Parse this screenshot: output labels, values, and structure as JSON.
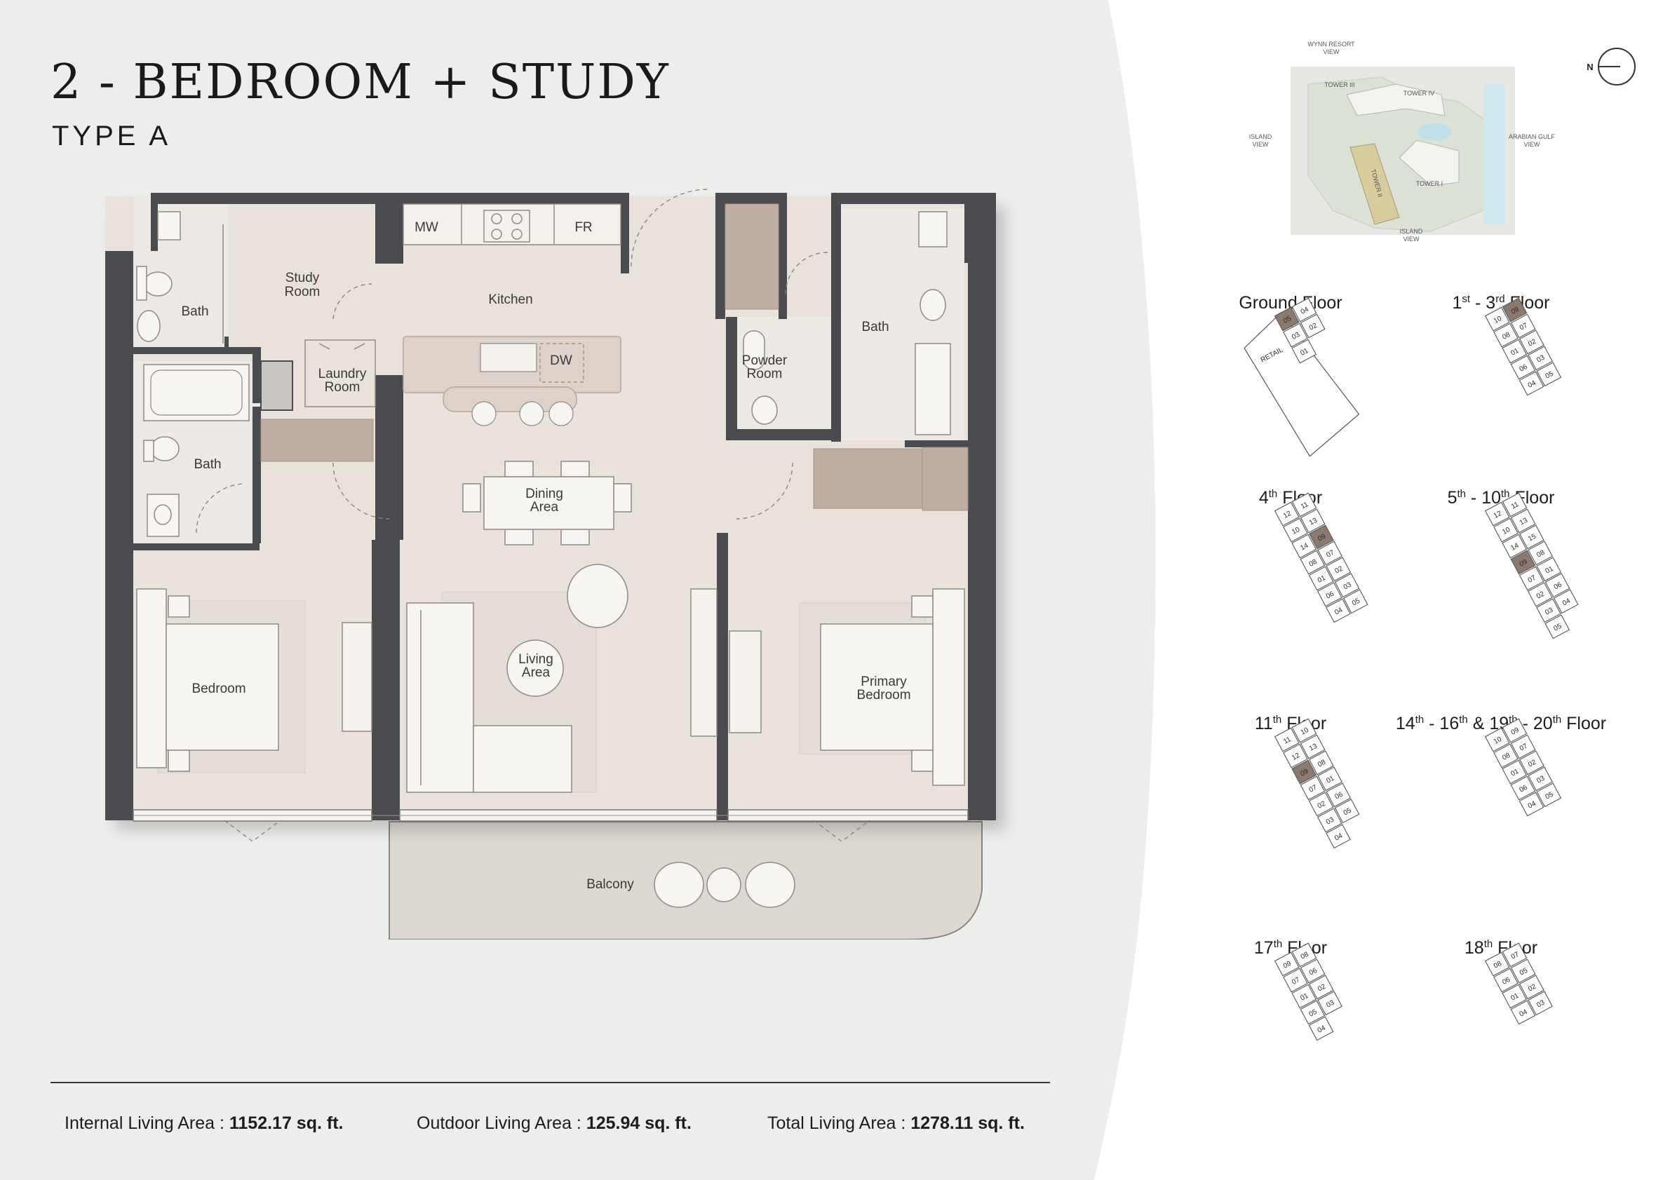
{
  "header": {
    "title": "2 - BEDROOM + STUDY",
    "subtitle": "TYPE A"
  },
  "rooms": {
    "bath_top": "Bath",
    "study": [
      "Study",
      "Room"
    ],
    "laundry": [
      "Laundry",
      "Room"
    ],
    "kitchen": "Kitchen",
    "mw": "MW",
    "fr": "FR",
    "dw": "DW",
    "powder": [
      "Powder",
      "Room"
    ],
    "bath_right": "Bath",
    "bath_left": "Bath",
    "dining": [
      "Dining",
      "Area"
    ],
    "living": [
      "Living",
      "Area"
    ],
    "bedroom": "Bedroom",
    "primary": [
      "Primary",
      "Bedroom"
    ],
    "balcony": "Balcony"
  },
  "site_map": {
    "north": "N",
    "wynn": [
      "WYNN RESORT",
      "VIEW"
    ],
    "island_left": [
      "ISLAND",
      "VIEW"
    ],
    "arabian": [
      "ARABIAN GULF",
      "VIEW"
    ],
    "island_bottom": [
      "ISLAND",
      "VIEW"
    ],
    "tower3": "TOWER III",
    "tower4": "TOWER IV",
    "tower2": "TOWER II",
    "tower1": "TOWER I"
  },
  "floors": [
    {
      "title": "Ground Floor",
      "units": [
        "05",
        "04",
        "03",
        "02",
        "01"
      ],
      "retail": "RETAIL",
      "highlight": "05"
    },
    {
      "title_parts": [
        "1",
        "st",
        " - 3",
        "rd",
        " Floor"
      ],
      "units": [
        "10",
        "09",
        "08",
        "07",
        "01",
        "02",
        "06",
        "03",
        "04",
        "05"
      ],
      "highlight": "09"
    },
    {
      "title_parts": [
        "4",
        "th",
        " Floor"
      ],
      "units": [
        "12",
        "11",
        "10",
        "13",
        "14",
        "09",
        "08",
        "07",
        "01",
        "02",
        "06",
        "03",
        "04",
        "05"
      ],
      "highlight": "09"
    },
    {
      "title_parts": [
        "5",
        "th",
        " - 10",
        "th",
        " Floor"
      ],
      "units": [
        "12",
        "11",
        "10",
        "13",
        "14",
        "15",
        "09",
        "08",
        "07",
        "01",
        "02",
        "06",
        "03",
        "04",
        "05"
      ],
      "highlight": "09"
    },
    {
      "title_parts": [
        "11",
        "th",
        " Floor"
      ],
      "units": [
        "11",
        "10",
        "12",
        "13",
        "09",
        "08",
        "07",
        "01",
        "02",
        "06",
        "03",
        "05",
        "04"
      ],
      "highlight": "09"
    },
    {
      "title_parts": [
        "14",
        "th",
        " - 16",
        "th",
        " & 19",
        "th",
        " - 20",
        "th",
        " Floor"
      ],
      "units": [
        "10",
        "09",
        "08",
        "07",
        "01",
        "02",
        "06",
        "03",
        "04",
        "05"
      ],
      "highlight": ""
    },
    {
      "title_parts": [
        "17",
        "th",
        " Floor"
      ],
      "units": [
        "09",
        "08",
        "07",
        "06",
        "01",
        "02",
        "05",
        "03",
        "04"
      ],
      "highlight": ""
    },
    {
      "title_parts": [
        "18",
        "th",
        " Floor"
      ],
      "units": [
        "08",
        "07",
        "06",
        "05",
        "01",
        "02",
        "04",
        "03"
      ],
      "highlight": ""
    }
  ],
  "areas": {
    "internal_label": "Internal Living Area : ",
    "internal_value": "1152.17 sq. ft.",
    "outdoor_label": "Outdoor Living Area : ",
    "outdoor_value": "125.94 sq. ft.",
    "total_label": "Total Living Area : ",
    "total_value": "1278.11 sq. ft."
  },
  "colors": {
    "panel": "#eceeec",
    "wall": "#4a4b4f",
    "floor": "#e6e0d9",
    "furniture": "#f7f5f1",
    "wood": "#bfada1",
    "highlight": "#8c7a6e"
  }
}
